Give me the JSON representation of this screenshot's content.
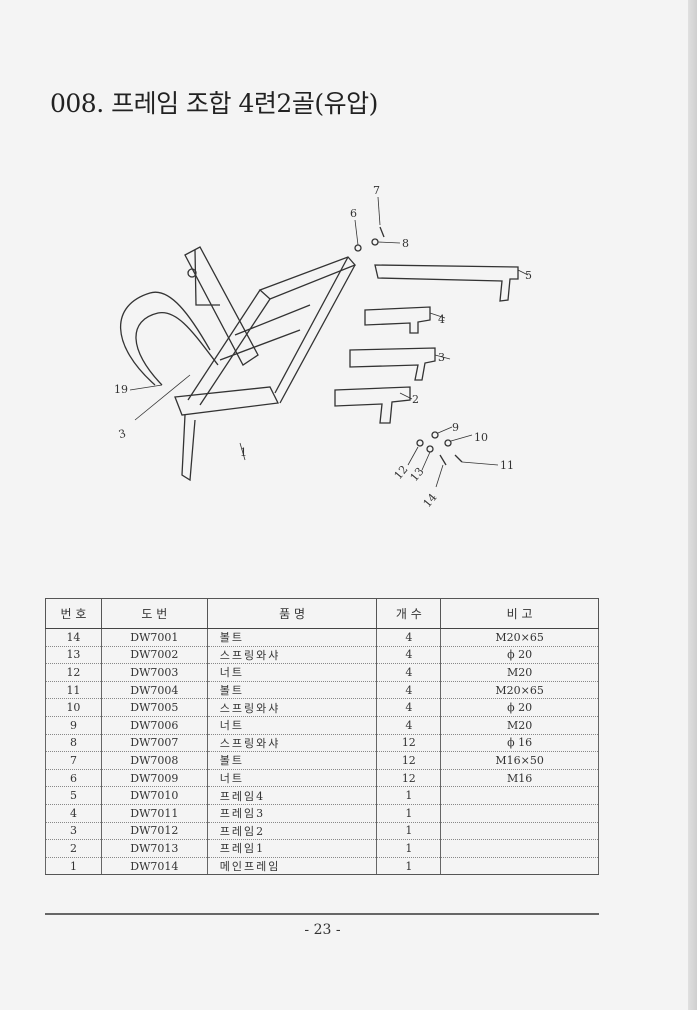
{
  "page": {
    "title": "008. 프레임 조합 4련2골(유압)",
    "page_number": "- 23 -"
  },
  "diagram": {
    "callouts": [
      "1",
      "2",
      "3",
      "4",
      "5",
      "6",
      "7",
      "8",
      "9",
      "10",
      "11",
      "12",
      "13",
      "14",
      "19",
      "3"
    ]
  },
  "table": {
    "headers": [
      "번 호",
      "도 번",
      "품 명",
      "개 수",
      "비 고"
    ],
    "rows": [
      {
        "no": "14",
        "code": "DW7001",
        "name": "볼트",
        "qty": "4",
        "note": "M20×65"
      },
      {
        "no": "13",
        "code": "DW7002",
        "name": "스프링와샤",
        "qty": "4",
        "note": "ϕ 20"
      },
      {
        "no": "12",
        "code": "DW7003",
        "name": "너트",
        "qty": "4",
        "note": "M20"
      },
      {
        "no": "11",
        "code": "DW7004",
        "name": "볼트",
        "qty": "4",
        "note": "M20×65"
      },
      {
        "no": "10",
        "code": "DW7005",
        "name": "스프링와샤",
        "qty": "4",
        "note": "ϕ 20"
      },
      {
        "no": "9",
        "code": "DW7006",
        "name": "너트",
        "qty": "4",
        "note": "M20"
      },
      {
        "no": "8",
        "code": "DW7007",
        "name": "스프링와샤",
        "qty": "12",
        "note": "ϕ 16"
      },
      {
        "no": "7",
        "code": "DW7008",
        "name": "볼트",
        "qty": "12",
        "note": "M16×50"
      },
      {
        "no": "6",
        "code": "DW7009",
        "name": "너트",
        "qty": "12",
        "note": "M16"
      },
      {
        "no": "5",
        "code": "DW7010",
        "name": "프레임4",
        "qty": "1",
        "note": ""
      },
      {
        "no": "4",
        "code": "DW7011",
        "name": "프레임3",
        "qty": "1",
        "note": ""
      },
      {
        "no": "3",
        "code": "DW7012",
        "name": "프레임2",
        "qty": "1",
        "note": ""
      },
      {
        "no": "2",
        "code": "DW7013",
        "name": "프레임1",
        "qty": "1",
        "note": ""
      },
      {
        "no": "1",
        "code": "DW7014",
        "name": "메인프레임",
        "qty": "1",
        "note": ""
      }
    ]
  }
}
